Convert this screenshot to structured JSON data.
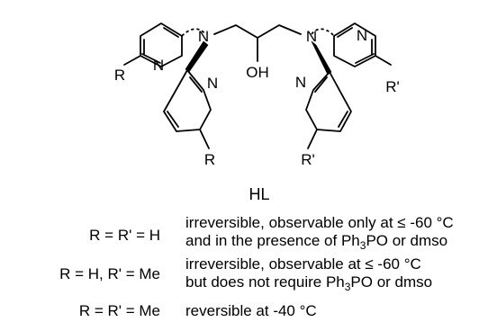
{
  "atoms": {
    "n_left": "N",
    "n_right": "N",
    "oh": "OH",
    "n_py_tl": "N",
    "n_py_bl": "N",
    "n_py_tr": "N",
    "n_py_br": "N",
    "r_tl": "R",
    "r_bl": "R",
    "r_tr": "R'",
    "r_br": "R'"
  },
  "compound_label": "HL",
  "cases": [
    {
      "substituents": "R = R' = H",
      "note_line1": "irreversible, observable only at ≤ -60 °C",
      "note_line2_pre": "and in the presence of Ph",
      "note_line2_sub": "3",
      "note_line2_post": "PO or dmso"
    },
    {
      "substituents": "R = H, R' = Me",
      "note_line1": "irreversible, observable at ≤ -60 °C",
      "note_line2_pre": "but does not require Ph",
      "note_line2_sub": "3",
      "note_line2_post": "PO or dmso"
    },
    {
      "substituents": "R = R' = Me",
      "note_line1": "reversible at -40 °C"
    }
  ]
}
